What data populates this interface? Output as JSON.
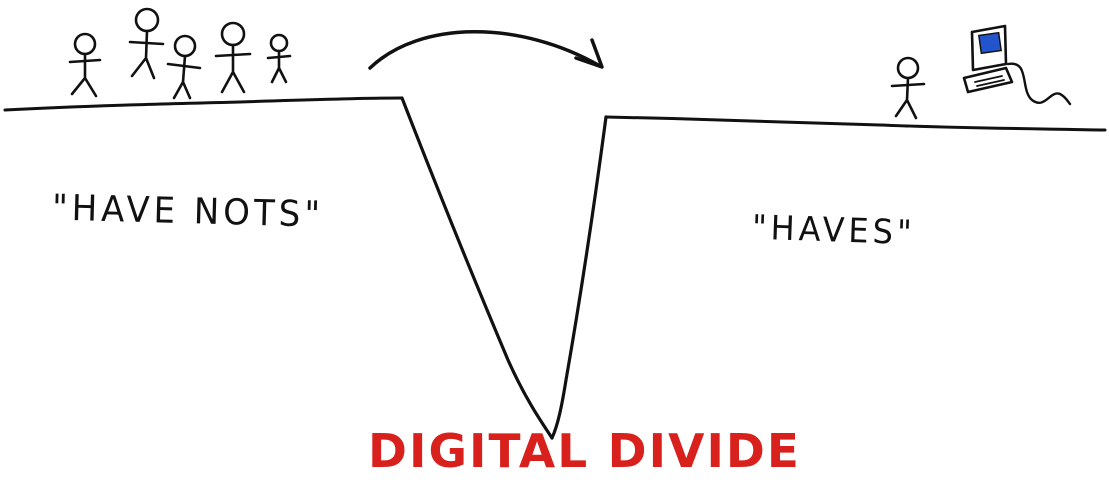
{
  "labels": {
    "have_nots": "\"HAVE NOTS\"",
    "haves": "\"HAVES\"",
    "title": "DIGITAL DIVIDE"
  },
  "colors": {
    "ink": "#111111",
    "title_red": "#d8201c",
    "screen_blue": "#2255cc"
  },
  "icons": {
    "arrow": "curved-arrow-icon",
    "computer": "laptop-computer-icon",
    "person": "stick-figure-icon"
  }
}
